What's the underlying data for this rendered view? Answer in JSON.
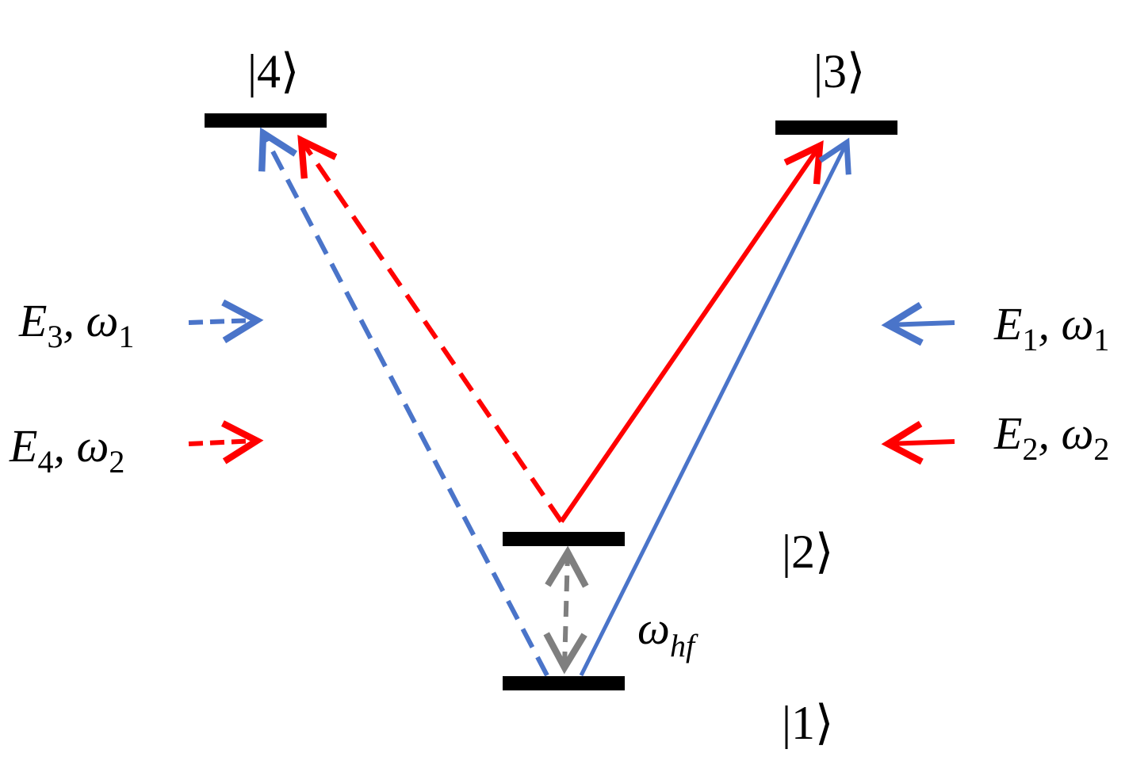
{
  "levels": [
    {
      "id": "1",
      "ket": "|1⟩"
    },
    {
      "id": "2",
      "ket": "|2⟩"
    },
    {
      "id": "3",
      "ket": "|3⟩"
    },
    {
      "id": "4",
      "ket": "|4⟩"
    }
  ],
  "fields": {
    "left": [
      {
        "E": "E",
        "E_sub": "3",
        "omega": "ω",
        "omega_sub": "1",
        "color": "#4a74c9",
        "style": "dashed"
      },
      {
        "E": "E",
        "E_sub": "4",
        "omega": "ω",
        "omega_sub": "2",
        "color": "#ff0000",
        "style": "dashed"
      }
    ],
    "right": [
      {
        "E": "E",
        "E_sub": "1",
        "omega": "ω",
        "omega_sub": "1",
        "color": "#4a74c9",
        "style": "solid"
      },
      {
        "E": "E",
        "E_sub": "2",
        "omega": "ω",
        "omega_sub": "2",
        "color": "#ff0000",
        "style": "solid"
      }
    ]
  },
  "hyperfine": {
    "omega": "ω",
    "sub": "hf",
    "color": "#7f7f7f"
  },
  "colors": {
    "blue": "#4a74c9",
    "red": "#ff0000",
    "gray": "#7f7f7f",
    "level": "#000000"
  }
}
